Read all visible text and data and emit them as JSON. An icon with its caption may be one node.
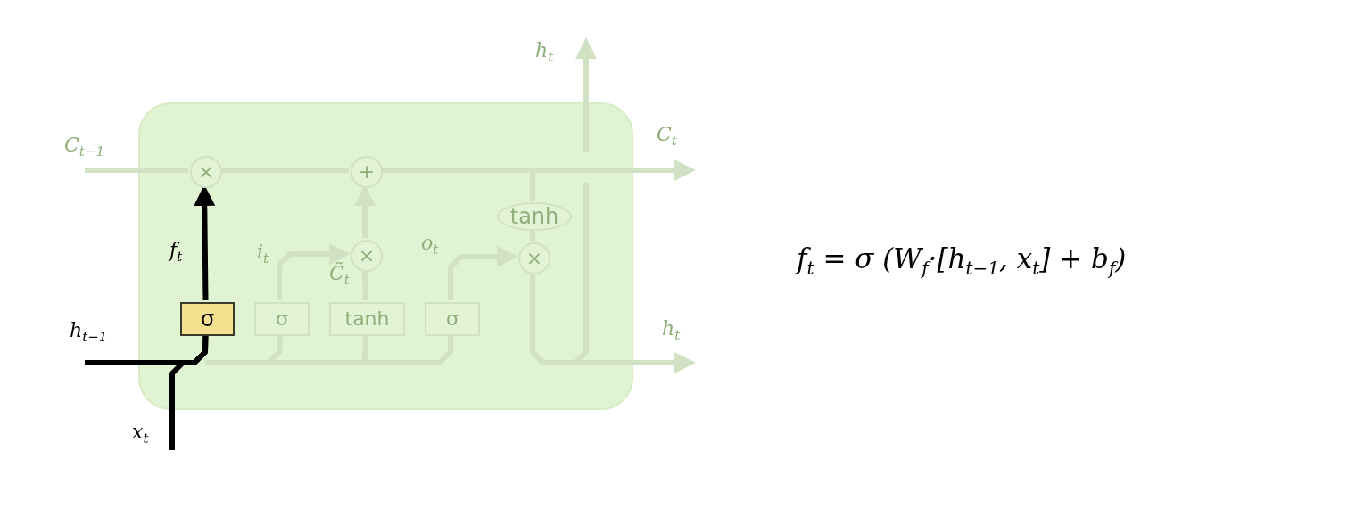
{
  "diagram": {
    "nodes": [
      {
        "text": [],
        "shape": "box"
      },
      {
        "text": [
          "×"
        ],
        "in": 0
      },
      {
        "text": [
          "+"
        ],
        "in": 0
      },
      {
        "text": [
          "×"
        ],
        "in": 0
      },
      {
        "text": [
          "tanh"
        ],
        "in": 0
      },
      {
        "text": [
          "×"
        ],
        "in": 0
      },
      {
        "text": [
          "σ"
        ],
        "in": 0
      },
      {
        "text": [
          "σ"
        ],
        "in": 0
      },
      {
        "text": [
          "tanh"
        ],
        "in": 0
      },
      {
        "text": [
          "σ"
        ],
        "in": 0
      }
    ],
    "edges": [
      {
        "from": null,
        "to": 1,
        "arrow": "none",
        "label": "C$_{t−1}$"
      },
      {
        "from": 1,
        "to": 2,
        "arrow": "none"
      },
      {
        "from": 2,
        "to": null,
        "arrow": "to",
        "label": "C$_{t}$"
      },
      {
        "from": 2,
        "to": 4,
        "arrow": "none"
      },
      {
        "from": 4,
        "to": 5,
        "arrow": "none"
      },
      {
        "from": 5,
        "to": null,
        "arrow": "to",
        "label": "h$_{t}$"
      },
      {
        "from": 5,
        "to": null,
        "arrow": "to",
        "label": "h$_{t}$"
      },
      {
        "from": null,
        "to": 6,
        "arrow": "none",
        "label": "h$_{t−1}$",
        "color": "#000000"
      },
      {
        "from": null,
        "to": 6,
        "arrow": "none",
        "label": "x$_{t}$",
        "color": "#000000"
      },
      {
        "from": null,
        "to": 7,
        "arrow": "none"
      },
      {
        "from": null,
        "to": 8,
        "arrow": "none"
      },
      {
        "from": null,
        "to": 9,
        "arrow": "none"
      },
      {
        "from": 6,
        "to": 1,
        "arrow": "to",
        "label": "f$_{t}$",
        "color": "#000000"
      },
      {
        "from": 7,
        "to": 3,
        "arrow": "to",
        "label": "i$_{t}$"
      },
      {
        "from": 8,
        "to": 3,
        "arrow": "none",
        "label": "C̃$_{t}$"
      },
      {
        "from": 3,
        "to": 2,
        "arrow": "to"
      },
      {
        "from": 9,
        "to": 5,
        "arrow": "to",
        "label": "o$_{t}$"
      }
    ],
    "labels": [
      "f$_{t}$ = σ (W$_{f}$·[h$_{t−1}$, x$_{t}$]  +  b$_{f}$)"
    ]
  }
}
